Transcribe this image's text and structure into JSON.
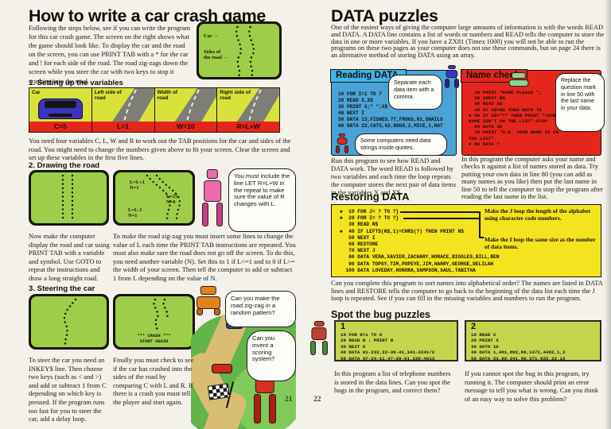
{
  "colors": {
    "screen_green": "#9ecd49",
    "accent_red": "#e5261c",
    "reading_blue": "#4aa3d6",
    "restoring_yellow": "#f4e41f",
    "bug_box_green": "#c4d64d",
    "panel_yellow_green": "#d9e23b"
  },
  "left": {
    "page_number": "21",
    "title": "How to write a car crash game",
    "intro": "Following the steps below, see if you can write the program for this car crash game. The screen on the right shows what the game should look like. To display the car and the road on the screen, you can use PRINT TAB with a * for the car and ! for each side of the road. The road zig-zags down the screen while you steer the car with two keys to stop it crashing into the road.",
    "demo_screen": {
      "car_label": "Car →",
      "sides_label": "Sides of\nthe road →"
    },
    "section1": {
      "heading": "1. Setting up the variables",
      "panels": [
        {
          "label": "Car",
          "value": "C=5"
        },
        {
          "label": "Left side of road",
          "value": "L=1"
        },
        {
          "label": "Width of road",
          "value": "W=10"
        },
        {
          "label": "Right side of road",
          "value": "R=L+W"
        }
      ],
      "caption": "You need four variables C, L, W and R to work out the TAB positions for the car and sides of the road. You might need to change the numbers given above to fit your screen. Clear the screen and set up these variables in the first five lines."
    },
    "section2": {
      "heading": "2. Drawing the road",
      "screen_labels": [
        "L=L+1\nN=1",
        "L=25\nN=0",
        "L=L-1\nN=1"
      ],
      "robot_bubble": "You must include the line LET R=L+W in the repeat to make sure the value of R changes with L.",
      "col1": "Now make the computer display the road and car using PRINT TAB with a variable and symbol. Use GOTO to repeat the instructions and draw a long straight road.",
      "col2": "To make the road zig-zag you must insert some lines to change the value of L each time the PRINT TAB instructions are repeated. You must also make sure the road does not go off the screen. To do this, you need another variable (N). Set this to 1 if L<=1 and to 0 if L>= the width of your screen. Then tell the computer to add or subtract 1 from L depending on the value of N."
    },
    "section3": {
      "heading": "3. Steering the car",
      "crash_text": "*** CRASH ***\nSTART AGAIN",
      "bubble1": "Can you make the road zig-zag in a random pattern?",
      "bubble2": "Can you invent a scoring system?",
      "col1": "To steer the car you need an INKEY$ line. Then choose two keys (such as < and >) and add or subtract 1 from C depending on which key is pressed. If the program runs too fast for you to steer the car, add a delay loop.",
      "col2": "Finally you must check to see if the car has crashed into the sides of the road by comparing C with L and R. If there is a crash you must tell the player and start again."
    }
  },
  "right": {
    "page_number": "22",
    "title": "DATA puzzles",
    "intro": "One of the easiest ways of giving the computer large amounts of information is with the words READ and DATA. A DATA line contains a list of words or numbers and READ tells the computer to store the data in one or more variables. If you have a ZX81 (Timex 1000) you will not be able to run the programs on these two pages as your computer does not use these commands, but on page 24 there is an alternative method of storing DATA using an array.",
    "reading_data": {
      "heading": "Reading DATA",
      "bubble_top": "Separate each data item with a comma.",
      "bubble_bottom": "Some computers need data strings inside quotes.",
      "code": [
        "10 FOR I=1 TO 7",
        "20 READ X,X$",
        "30 PRINT X;\" \";X$",
        "40 NEXT I",
        "50 DATA 13,FISHES,77,FROGS,91,SNAILS",
        "60 DATA 23,CATS,62,DOGS,2,MICE,1,RAT"
      ],
      "caption": "Run this program to see how READ and DATA work. The word READ is followed by two variables and each time the loop repeats the computer stores the next pair of data items in the variables X and X$."
    },
    "name_check": {
      "heading": "Name check",
      "bubble": "Replace the question mark in line 50 with the last name in your data.",
      "code": [
        "  10 PRINT \"NAME PLEASE \";",
        "  20 INPUT N$",
        "  30 READ X$",
        "  40 IF X$=N$ THEN GOTO 70",
        "● 50 IF X$=\"?\" THEN PRINT \"YOUR NAME ISN'T ON THE LIST\":STOP",
        "  60 GOTO 30",
        "  70 PRINT \"O.K. YOUR NAME IS ON THE LIST\"",
        "● 80 DATA ?"
      ],
      "caption": "In this program the computer asks your name and checks it against a list of names stored as data. Try putting your own data in line 80 (you can add as many names as you like) then put the last name in line 50 to tell the computer to stop the program after reading the last name in the list."
    },
    "restoring_data": {
      "heading": "Restoring DATA",
      "code": [
        "✱  10 FOR J= ? TO ?}",
        "✱  20 FOR I= ? TO ?}",
        "   30 READ N$",
        "✱  40 IF LEFT$(N$,1)=CHR$(?) THEN PRINT N$",
        "   50 NEXT I",
        "   60 RESTORE",
        "   70 NEXT J",
        "   80 DATA VERA,XAVIER,ZACHARY,HORACE,BIGGLES,BILL,BEN",
        "   90 DATA TOPSY,TIM,POPEYE,JIM,HARRY,GEORGE,DELILAH",
        "  100 DATA LOVEDAY,HONORA,SAMPSON,SAUL,TABITHA"
      ],
      "note1": "Make the J loop the length of the alphabet using character code numbers.",
      "note2": "Make the I loop the same size as the number of data items.",
      "caption": "Can you complete this program to sort names into alphabetical order? The names are listed in DATA lines and RESTORE tells the computer to go back to the beginning of the data list each time the J loop is repeated. See if you can fill in the missing variables and numbers to run the program."
    },
    "spot_bug": {
      "heading": "Spot the bug puzzles",
      "box1": {
        "number": "1",
        "code": [
          "10 FOR K=1 TO 6",
          "20 READ N : PRINT N",
          "30 NEXT K",
          "40 DATA 01-232,22-36-41,341-2241/2",
          "50 DATA 97-24-11,47-29-01,236-4013"
        ],
        "caption": "In this program a list of telephone numbers is stored in the data lines. Can you spot the bugs in the program, and correct them?"
      },
      "box2": {
        "number": "2",
        "code": [
          "10 READ X",
          "20 PRINT X",
          "30 GOTO 10",
          "40 DATA 1,461,892,66,1471,4462,1,3",
          "50 DATA 53,80,241,90,371,825,33,13"
        ],
        "caption": "If you cannot spot the bug in this program, try running it. The computer should print an error message to tell you what is wrong. Can you think of an easy way to solve this problem?"
      }
    }
  }
}
